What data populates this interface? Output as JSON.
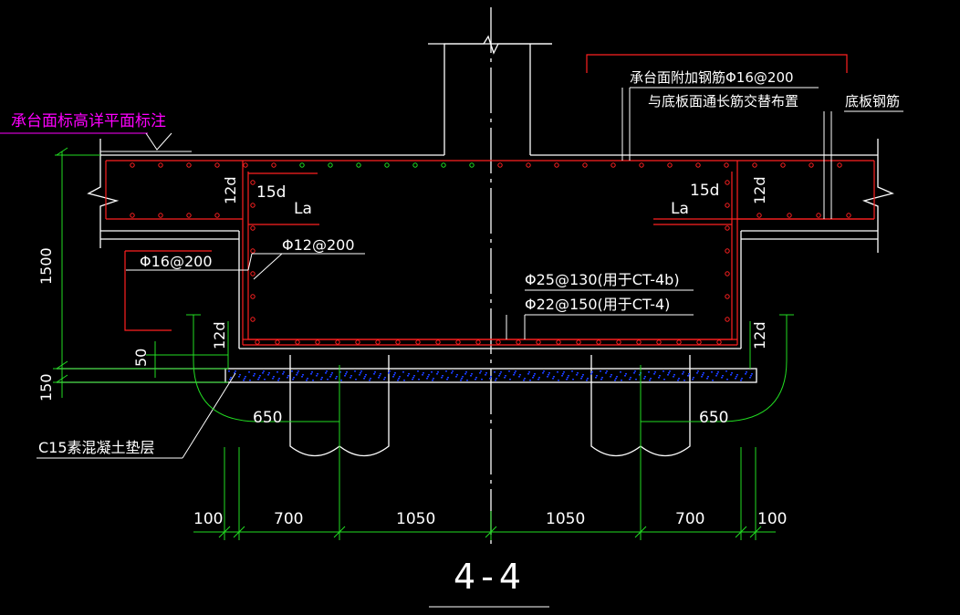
{
  "section_title": "4-4",
  "labels": {
    "cap_top_elevation": "承台面标高详平面标注",
    "cap_top_extra_rebar": "承台面附加钢筋Φ16@200",
    "cap_top_extra_rebar_note": "与底板面通长筋交替布置",
    "slab_rebar": "底板钢筋",
    "side_rebar": "Φ16@200",
    "stirrup_rebar": "Φ12@200",
    "bottom_rebar_a": "Φ25@130(用于CT-4b)",
    "bottom_rebar_b": "Φ22@150(用于CT-4)",
    "cushion": "C15素混凝土垫层",
    "anchor_15d": "15d",
    "anchor_la": "La",
    "anchor_12d": "12d",
    "pile_650": "650"
  },
  "dimensions": {
    "height_total": "1500",
    "height_50": "50",
    "height_150": "150",
    "bottom": [
      "100",
      "700",
      "1050",
      "1050",
      "700",
      "100"
    ]
  },
  "colors": {
    "background": "#000000",
    "concrete": "#ffffff",
    "rebar": "#ff2020",
    "dimension": "#22dd22",
    "leader": "#ffffff",
    "magenta": "#ff00ff",
    "cushion": "#1a3cff"
  }
}
